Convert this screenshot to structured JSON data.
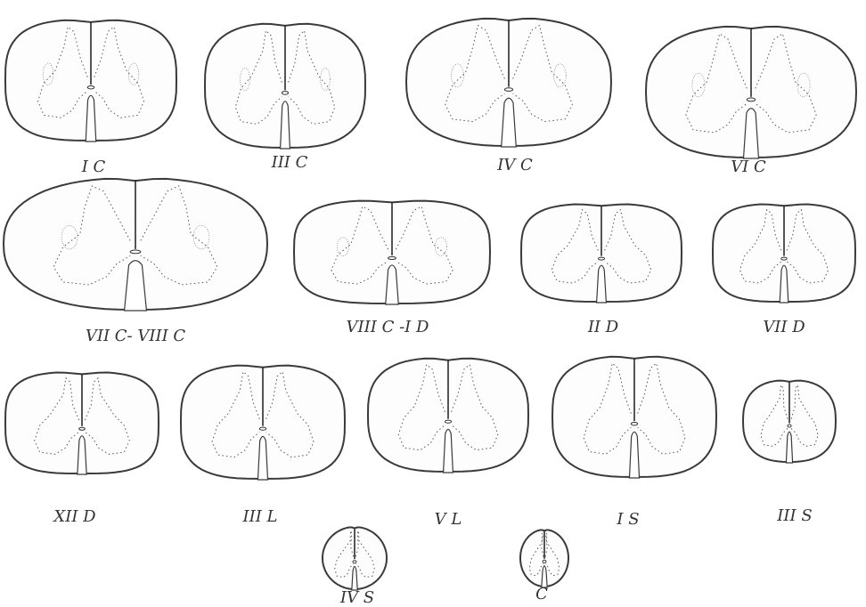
{
  "figure": {
    "sections": [
      {
        "id": "1c",
        "label": "I C"
      },
      {
        "id": "3c",
        "label": "III C"
      },
      {
        "id": "4c",
        "label": "IV C"
      },
      {
        "id": "6c",
        "label": "VI C"
      },
      {
        "id": "7c8c",
        "label": "VII C- VIII C"
      },
      {
        "id": "8c1d",
        "label": "VIII C -I D"
      },
      {
        "id": "2d",
        "label": "II D"
      },
      {
        "id": "7d",
        "label": "VII D"
      },
      {
        "id": "12d",
        "label": "XII D"
      },
      {
        "id": "3l",
        "label": "III  L"
      },
      {
        "id": "5l",
        "label": "V L"
      },
      {
        "id": "1s",
        "label": "I  S"
      },
      {
        "id": "3s",
        "label": "III  S"
      },
      {
        "id": "4s",
        "label": "IV  S"
      },
      {
        "id": "co",
        "label": "C"
      }
    ]
  }
}
